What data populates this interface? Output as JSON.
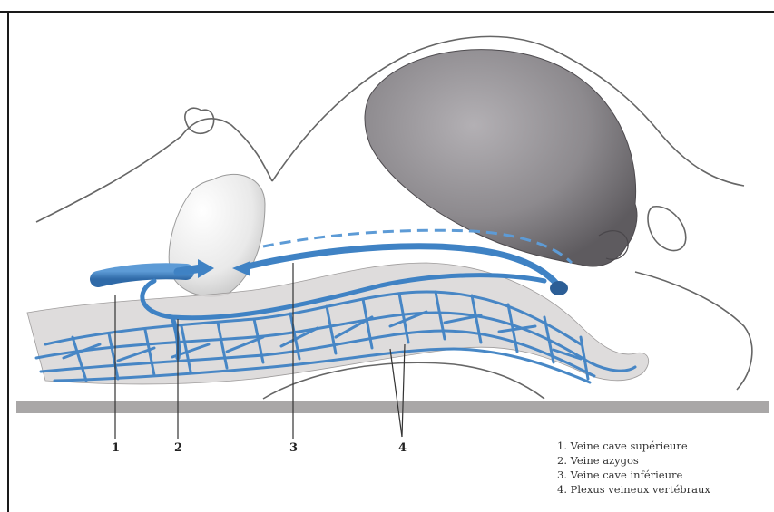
{
  "colors": {
    "vein_blue": "#3f82c4",
    "vein_dark": "#2c5e96",
    "uterus_gray": "#8a878b",
    "heart_white": "#f1f1f1",
    "floor_gray": "#a9a7a7",
    "outline": "#555555"
  },
  "callouts": {
    "n1": "1",
    "n2": "2",
    "n3": "3",
    "n4": "4"
  },
  "legend": [
    "1. Veine cave supérieure",
    "2. Veine azygos",
    "3. Veine cave inférieure",
    "4. Plexus veineux vertébraux"
  ]
}
